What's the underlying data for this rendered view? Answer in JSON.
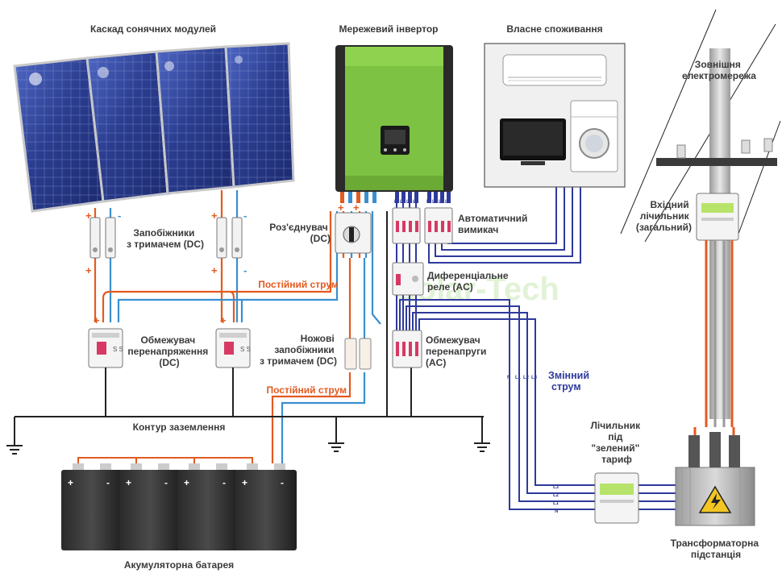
{
  "labels": {
    "solar_modules": "Каскад сонячних модулей",
    "grid_inverter": "Мережевий інвертор",
    "own_consumption": "Власне споживання",
    "external_grid": [
      "Зовнішня",
      "електромережа"
    ],
    "fuses_dc": [
      "Запобіжники",
      "з тримачем (DC)"
    ],
    "disconnector": [
      "Роз'єднувач",
      "(DC)"
    ],
    "auto_breaker": [
      "Автоматичний",
      "вимикач"
    ],
    "input_meter": [
      "Вхідний",
      "лічильник",
      "(загальний)"
    ],
    "dc_current": "Постійний струм",
    "diff_relay": [
      "Диференціальне",
      "реле (AC)"
    ],
    "surge_limiter_dc": [
      "Обмежувач",
      "перенапряження",
      "(DC)"
    ],
    "knife_fuses": [
      "Ножові",
      "запобіжники",
      "з тримачем (DC)"
    ],
    "surge_limiter_ac": [
      "Обмежувач",
      "перенапруги",
      "(AC)"
    ],
    "ac_current": [
      "Змінний",
      "струм"
    ],
    "grounding": "Контур заземлення",
    "green_meter": [
      "Лічильник",
      "під",
      "\"зелений\"",
      "тариф"
    ],
    "battery": "Акумуляторна батарея",
    "substation": [
      "Трансформаторна",
      "підстанція"
    ],
    "watermark": "Solar-Tech"
  },
  "terminals": {
    "breaker_top": [
      "N",
      "L1",
      "L2",
      "L3"
    ],
    "vertical_ac": [
      "N",
      "L1",
      "L2",
      "L3"
    ],
    "meter_lines": [
      "L3",
      "L2",
      "L1",
      "N"
    ]
  },
  "signs": {
    "plus": "+",
    "minus": "-"
  },
  "colors": {
    "dc_positive": "#e35a20",
    "dc_negative": "#3a8fd0",
    "ac_lines": "#2f3a9c",
    "inverter_green": "#7dc242",
    "ground": "#222222",
    "panel_blue": "#2b3d8f"
  },
  "icons": [
    "solar-panel-icon",
    "inverter-icon",
    "air-conditioner-icon",
    "tv-icon",
    "washing-machine-icon",
    "power-pole-icon",
    "battery-icon",
    "transformer-icon",
    "high-voltage-icon",
    "ground-icon",
    "meter-icon",
    "breaker-icon"
  ]
}
